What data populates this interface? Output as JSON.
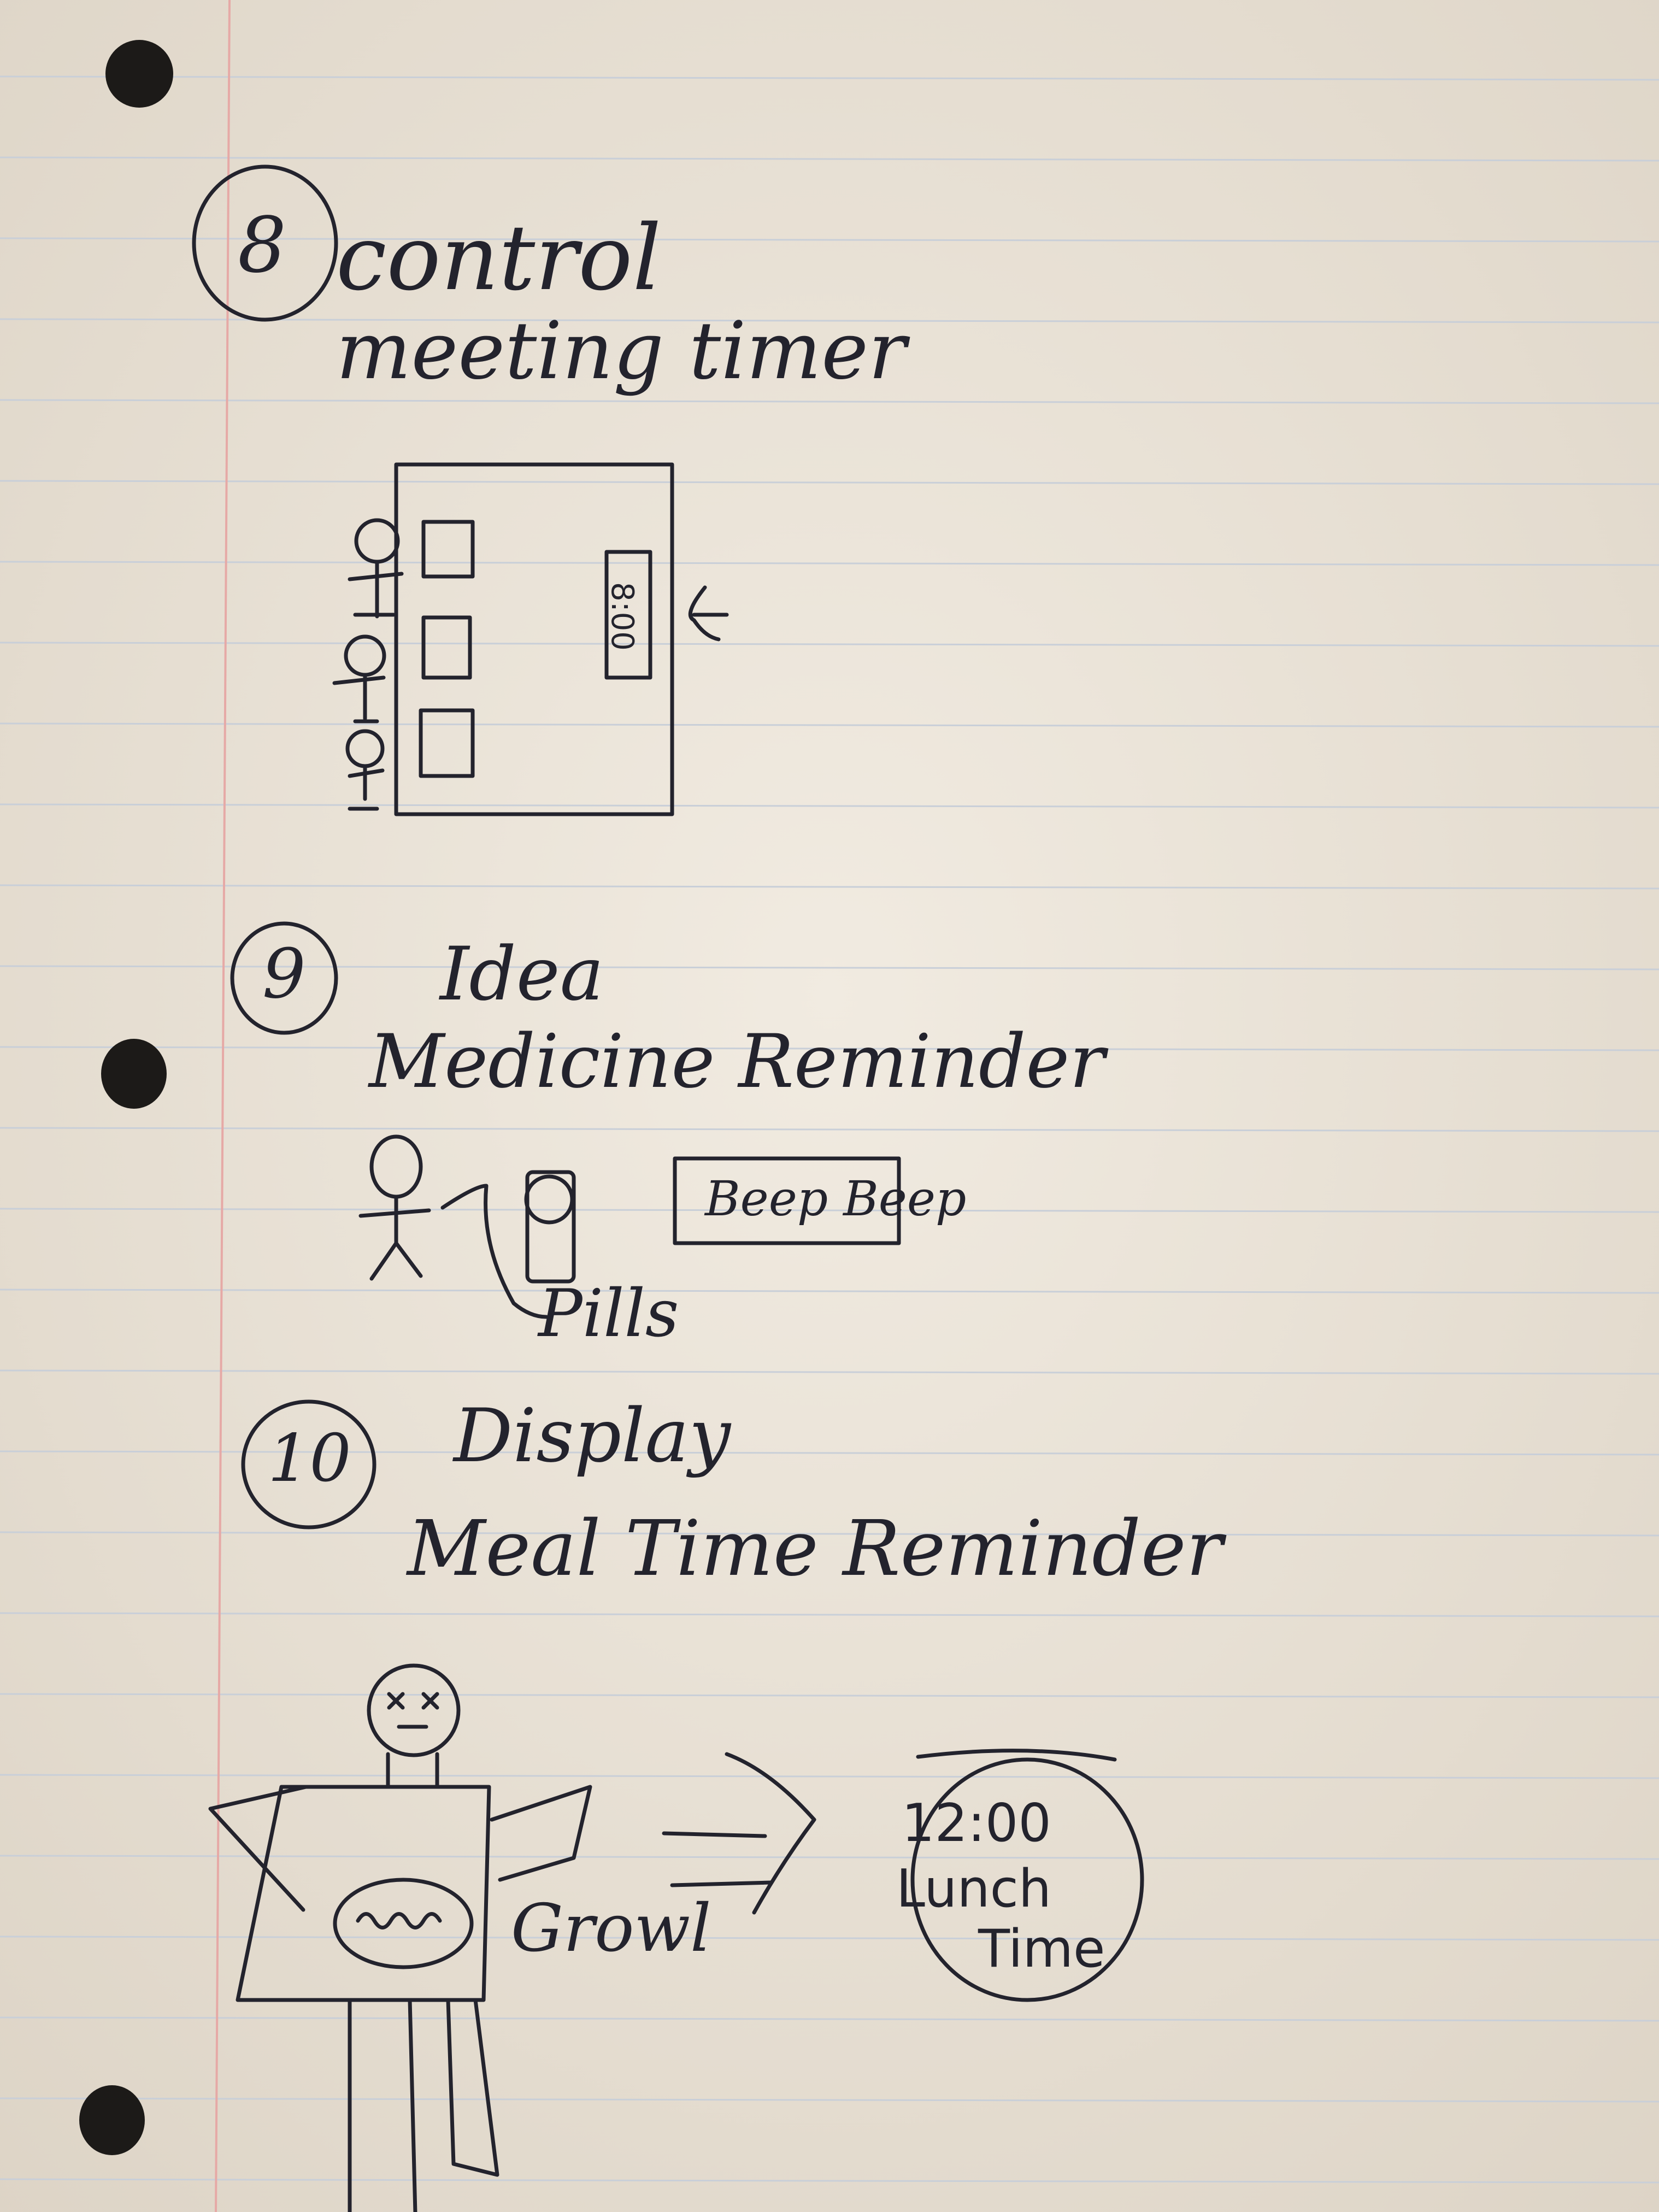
{
  "page": {
    "kind": "handwritten ruled notebook page",
    "ink_color": "#23232d",
    "paper_color": "#efe8dc",
    "margin_line_color": "#e6a9a6",
    "rule_color": "#c9cfd8"
  },
  "sketches": [
    {
      "number": "8",
      "category": "control",
      "title": "meeting timer",
      "drawing": {
        "timer_readout": "8:00"
      }
    },
    {
      "number": "9",
      "category": "Idea",
      "title": "Medicine Reminder",
      "drawing": {
        "label": "Pills",
        "alert": "Beep Beep"
      }
    },
    {
      "number": "10",
      "category": "Display",
      "title": "Meal Time Reminder",
      "drawing": {
        "stomach_label": "Growl",
        "clock_time": "12:00",
        "clock_line1": "Lunch",
        "clock_line2": "Time"
      }
    }
  ]
}
